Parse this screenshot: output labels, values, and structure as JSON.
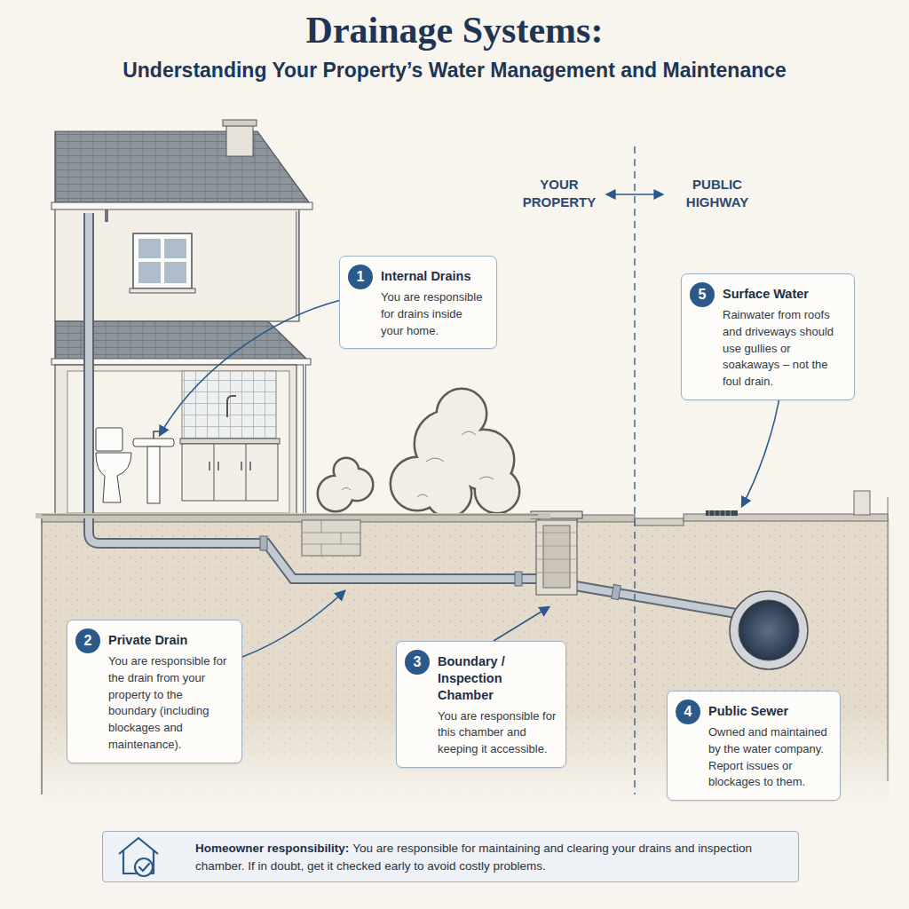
{
  "diagram": {
    "title": "Drainage Systems:",
    "nodes": [
      {
        "text": [
          "Internal Drains",
          "You are responsible for drains inside your home."
        ]
      },
      {
        "text": [
          "1"
        ],
        "in": 0
      },
      {
        "text": [
          "Surface Water",
          "Rainwater from roofs and driveways should use gullies or soakaways – not the foul drain."
        ]
      },
      {
        "text": [
          "5"
        ],
        "in": 2
      },
      {
        "text": [
          "Private Drain",
          "You are responsible for the drain from your property to the boundary (including blockages and maintenance)."
        ]
      },
      {
        "text": [
          "2"
        ],
        "in": 4
      },
      {
        "text": [
          "Boundary / Inspection Chamber",
          "You are responsible for this chamber and keeping it accessible."
        ]
      },
      {
        "text": [
          "3"
        ],
        "in": 6
      },
      {
        "text": [
          "Public Sewer",
          "Owned and maintained by the water company. Report issues or blockages to them."
        ]
      },
      {
        "text": [
          "4"
        ],
        "in": 8
      },
      {
        "text": [
          "Homeowner responsibility:",
          "You are responsible for maintaining and clearing your drains and inspection chamber. If in doubt, get it checked early to avoid costly problems."
        ]
      }
    ],
    "labels": [
      "Understanding Your Property’s Water Management and Maintenance",
      "YOUR PROPERTY",
      "PUBLIC HIGHWAY"
    ]
  }
}
